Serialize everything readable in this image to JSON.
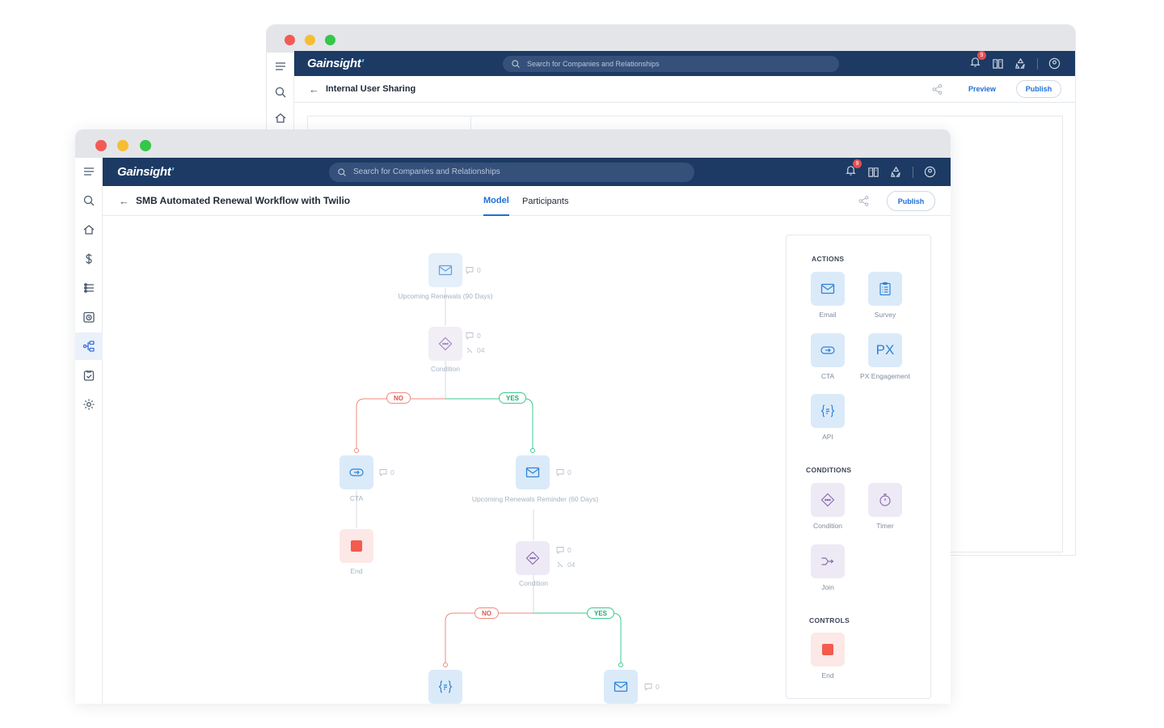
{
  "back_window": {
    "brand": {
      "name": "Gainsight",
      "mark": "'"
    },
    "search": {
      "placeholder": "Search for Companies and Relationships"
    },
    "notifications": {
      "count": "9"
    },
    "page": {
      "title": "Internal User Sharing"
    },
    "actions": {
      "preview": "Preview",
      "publish": "Publish"
    }
  },
  "front_window": {
    "brand": {
      "name": "Gainsight",
      "mark": "'"
    },
    "search": {
      "placeholder": "Search for Companies and Relationships"
    },
    "notifications": {
      "count": "9"
    },
    "page": {
      "title": "SMB Automated Renewal Workflow with Twilio"
    },
    "tabs": [
      {
        "label": "Model",
        "active": true
      },
      {
        "label": "Participants",
        "active": false
      }
    ],
    "actions": {
      "publish": "Publish"
    },
    "sidebar": {
      "icons": [
        "menu-icon",
        "search-icon",
        "home-icon",
        "dollar-icon",
        "timeline-icon",
        "clock-board-icon",
        "journey-icon",
        "checklist-icon",
        "gear-icon"
      ],
      "active_index": 6
    }
  },
  "workflow": {
    "nodes": {
      "upcoming": {
        "label": "Upcoming Renewals (90 Days)",
        "comments": "0"
      },
      "condition1": {
        "label": "Condition",
        "comments": "0",
        "tasks": "04"
      },
      "cta": {
        "label": "CTA",
        "comments": "0"
      },
      "end1": {
        "label": "End"
      },
      "reminder": {
        "label": "Upcoming Renewals Reminder (60 Days)",
        "comments": "0"
      },
      "condition2": {
        "label": "Condition",
        "comments": "0",
        "tasks": "04"
      },
      "email_last": {
        "comments": "0"
      }
    },
    "branches": {
      "no1": "NO",
      "yes1": "YES",
      "no2": "NO",
      "yes2": "YES"
    },
    "colors": {
      "no": "#f08a7f",
      "yes": "#3dc98f",
      "line": "#d5dbe3"
    }
  },
  "palette": {
    "sections": {
      "actions": "ACTIONS",
      "conditions": "CONDITIONS",
      "controls": "CONTROLS"
    },
    "actions": [
      {
        "label": "Email",
        "icon": "email-icon"
      },
      {
        "label": "Survey",
        "icon": "survey-icon"
      },
      {
        "label": "CTA",
        "icon": "cta-icon"
      },
      {
        "label": "PX Engagement",
        "icon": "px-icon",
        "glyph": "PX"
      },
      {
        "label": "API",
        "icon": "api-icon"
      }
    ],
    "conditions": [
      {
        "label": "Condition",
        "icon": "condition-icon"
      },
      {
        "label": "Timer",
        "icon": "timer-icon"
      },
      {
        "label": "Join",
        "icon": "join-icon"
      }
    ],
    "controls": [
      {
        "label": "End",
        "icon": "end-icon"
      }
    ]
  }
}
